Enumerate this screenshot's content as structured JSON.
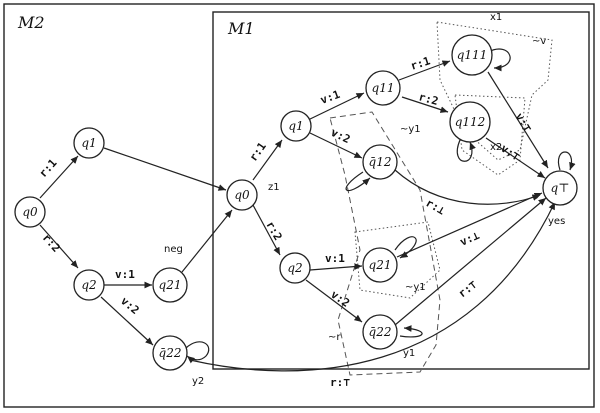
{
  "machines": {
    "m2": "M2",
    "m1": "M1"
  },
  "states": {
    "m2_q0": "q0",
    "m2_q1": "q1",
    "m2_q2": "q2",
    "m2_q21": "q21",
    "m2_q22": "q̄22",
    "m1_q0": "q0",
    "m1_q1": "q1",
    "m1_q2": "q2",
    "q11": "q11",
    "q111": "q111",
    "q112": "q112",
    "q12": "q̄12",
    "q21": "q21",
    "q22": "q̄22",
    "qtop": "q⊤"
  },
  "edge_labels": {
    "m2_r1": "r:1",
    "m2_r2": "r:2",
    "m2_v1": "v:1",
    "m2_v2": "v:2",
    "m1_r1": "r:1",
    "m1_r2": "r:2",
    "q1_v1": "v:1",
    "q1_v2": "v:2",
    "q11_r1": "r:1",
    "q11_r2": "r:2",
    "q111_vT": "v:⊤",
    "q112_vT": "v:⊤",
    "q12_rbot": "r:⊥",
    "q2_v1": "v:1",
    "q2_v2": "v:2",
    "q21_vbot": "v:⊥",
    "q22_rT": "r:⊤",
    "q22m2_rT": "r:⊤"
  },
  "annotations": {
    "z1": "z1",
    "neg": "neg",
    "yes": "yes",
    "y2": "y2",
    "x1": "x1",
    "x2": "x2",
    "y1_top": "~y1",
    "y1_mid": "~y1",
    "y1_bottom": "y1",
    "tilde_v": "~v",
    "tilde_r": "~r"
  }
}
